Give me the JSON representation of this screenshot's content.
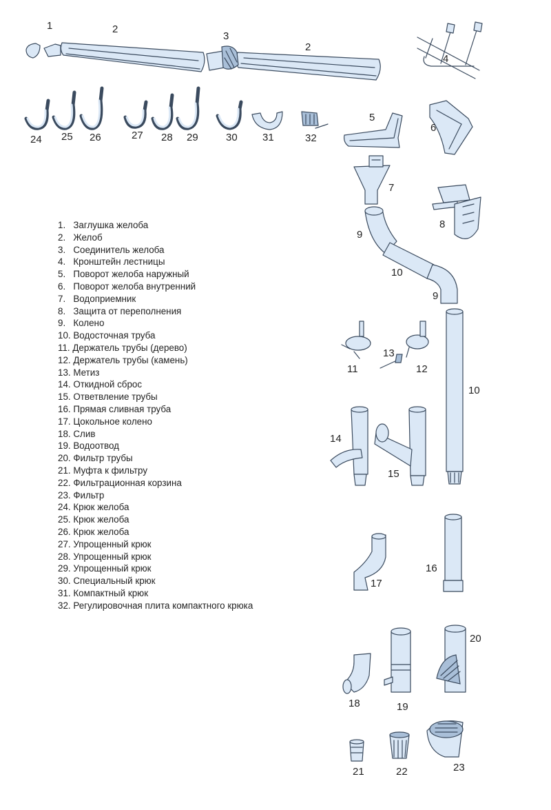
{
  "parts": [
    {
      "num": "1",
      "name": "Заглушка желоба"
    },
    {
      "num": "2",
      "name": "Желоб"
    },
    {
      "num": "3",
      "name": "Соединитель желоба"
    },
    {
      "num": "4",
      "name": "Кронштейн лестницы"
    },
    {
      "num": "5",
      "name": "Поворот желоба наружный"
    },
    {
      "num": "6",
      "name": "Поворот желоба внутренний"
    },
    {
      "num": "7",
      "name": "Водоприемник"
    },
    {
      "num": "8",
      "name": "Защита от переполнения"
    },
    {
      "num": "9",
      "name": "Колено"
    },
    {
      "num": "10",
      "name": "Водосточная труба"
    },
    {
      "num": "11",
      "name": "Держатель трубы (дерево)"
    },
    {
      "num": "12",
      "name": "Держатель трубы (камень)"
    },
    {
      "num": "13",
      "name": "Метиз"
    },
    {
      "num": "14",
      "name": "Откидной сброс"
    },
    {
      "num": "15",
      "name": "Ответвление трубы"
    },
    {
      "num": "16",
      "name": "Прямая сливная труба"
    },
    {
      "num": "17",
      "name": "Цокольное колено"
    },
    {
      "num": "18",
      "name": "Слив"
    },
    {
      "num": "19",
      "name": "Водоотвод"
    },
    {
      "num": "20",
      "name": "Фильтр трубы"
    },
    {
      "num": "21",
      "name": "Муфта к фильтру"
    },
    {
      "num": "22",
      "name": "Фильтрационная корзина"
    },
    {
      "num": "23",
      "name": "Фильтр"
    },
    {
      "num": "24",
      "name": "Крюк желоба"
    },
    {
      "num": "25",
      "name": "Крюк желоба"
    },
    {
      "num": "26",
      "name": "Крюк желоба"
    },
    {
      "num": "27",
      "name": "Упрощенный крюк"
    },
    {
      "num": "28",
      "name": "Упрощенный крюк"
    },
    {
      "num": "29",
      "name": "Упрощенный крюк"
    },
    {
      "num": "30",
      "name": "Специальный крюк"
    },
    {
      "num": "31",
      "name": "Компактный крюк"
    },
    {
      "num": "32",
      "name": "Регулировочная плита компактного крюка"
    }
  ],
  "colors": {
    "part_fill": "#dbe8f6",
    "outline": "#3a4a5e",
    "shade": "#a9bfd8"
  }
}
